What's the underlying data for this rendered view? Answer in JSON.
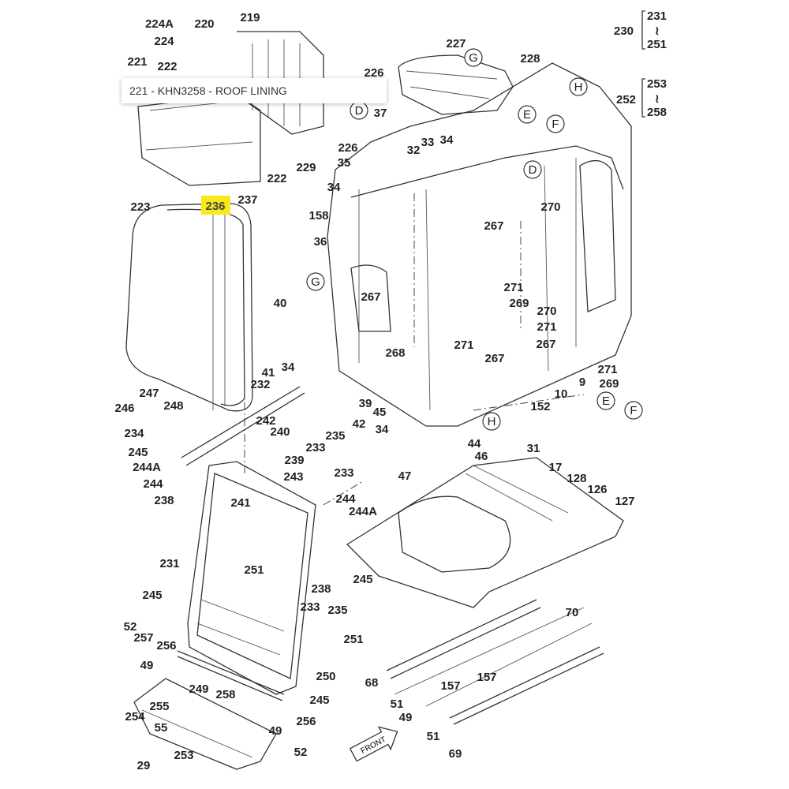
{
  "tooltip": {
    "text": "221 - KHN3258 - ROOF LINING"
  },
  "highlight": {
    "label": "236",
    "color": "#f7e81a"
  },
  "range_labels": {
    "r1_start": "231",
    "r1_group": "230",
    "r1_end": "251",
    "r2_start": "253",
    "r2_group": "252",
    "r2_end": "258",
    "tilde": "≀"
  },
  "labels": [
    "224A",
    "220",
    "219",
    "224",
    "221",
    "222",
    "226",
    "227",
    "228",
    "37",
    "226",
    "32",
    "33",
    "34",
    "35",
    "229",
    "222",
    "223",
    "237",
    "34",
    "158",
    "270",
    "267",
    "36",
    "267",
    "271",
    "269",
    "270",
    "271",
    "267",
    "40",
    "271",
    "268",
    "267",
    "271",
    "269",
    "34",
    "41",
    "232",
    "39",
    "247",
    "248",
    "246",
    "9",
    "10",
    "152",
    "242",
    "240",
    "42",
    "45",
    "34",
    "234",
    "235",
    "233",
    "239",
    "44",
    "46",
    "31",
    "245",
    "244A",
    "233",
    "243",
    "47",
    "17",
    "128",
    "126",
    "127",
    "244",
    "238",
    "241",
    "244",
    "244A",
    "245",
    "238",
    "231",
    "251",
    "245",
    "233",
    "235",
    "70",
    "52",
    "257",
    "256",
    "49",
    "251",
    "250",
    "157",
    "157",
    "68",
    "249",
    "258",
    "245",
    "51",
    "49",
    "255",
    "256",
    "254",
    "49",
    "55",
    "51",
    "52",
    "253",
    "29",
    "69"
  ],
  "circled": [
    "G",
    "H",
    "E",
    "F",
    "D",
    "D",
    "G",
    "E",
    "F",
    "H"
  ],
  "front_label": "FRONT"
}
